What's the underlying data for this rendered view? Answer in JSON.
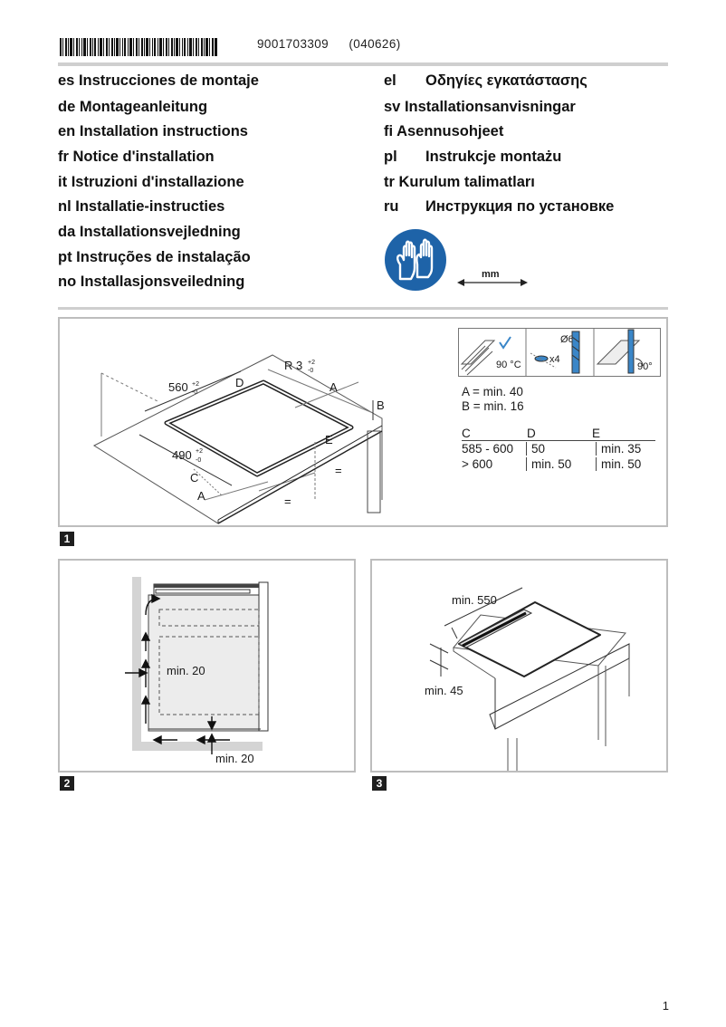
{
  "header": {
    "document_number": "9001703309",
    "document_code": "(040626)"
  },
  "languages_left": [
    {
      "code": "es",
      "text": "Instrucciones de montaje"
    },
    {
      "code": "de",
      "text": "Montageanleitung"
    },
    {
      "code": "en",
      "text": "Installation instructions"
    },
    {
      "code": "fr",
      "text": "Notice d'installation"
    },
    {
      "code": "it",
      "text": "Istruzioni d'installazione"
    },
    {
      "code": "nl",
      "text": "Installatie-instructies"
    },
    {
      "code": "da",
      "text": "Installationsvejledning"
    },
    {
      "code": "pt",
      "text": "Instruções de instalação"
    },
    {
      "code": "no",
      "text": "Installasjonsveiledning"
    }
  ],
  "languages_right": [
    {
      "code": "el",
      "text": "Οδηγίες εγκατάστασης"
    },
    {
      "code": "sv",
      "text": "Installationsanvisningar"
    },
    {
      "code": "fi",
      "text": "Asennusohjeet"
    },
    {
      "code": "pl",
      "text": "Instrukcje montażu"
    },
    {
      "code": "tr",
      "text": "Kurulum talimatları"
    },
    {
      "code": "ru",
      "text": "Инструкция по установке"
    }
  ],
  "units_label": "mm",
  "icons": {
    "gloves": "protective-gloves-icon"
  },
  "colors": {
    "gloves_icon_blue": "#1e63a8",
    "panel_border": "#bdbdbd",
    "rule_gray": "#cfcfcf",
    "check_blue": "#3a86c8"
  },
  "figure1": {
    "number": "1",
    "labels": {
      "radius": "R 3",
      "radius_tol_plus": "+2",
      "radius_tol_minus": "-0",
      "width": "560",
      "width_tol_plus": "+2",
      "width_tol_minus": "-0",
      "depth": "490",
      "depth_tol_plus": "+2",
      "depth_tol_minus": "-0",
      "A": "A",
      "B": "B",
      "C": "C",
      "D": "D",
      "E": "E",
      "equal": "="
    },
    "inset": {
      "temperature": "90 °C",
      "drill_diameter": "Ø6",
      "drill_count": "x4",
      "angle": "90°"
    },
    "dims": [
      "A = min. 40",
      "B = min. 16"
    ],
    "table": {
      "headers": [
        "C",
        "D",
        "E"
      ],
      "rows": [
        [
          "585 - 600",
          "50",
          "min. 35"
        ],
        [
          "> 600",
          "min. 50",
          "min. 50"
        ]
      ]
    }
  },
  "figure2": {
    "number": "2",
    "label_side": "min. 20",
    "label_bottom": "min. 20"
  },
  "figure3": {
    "number": "3",
    "label_length": "min. 550",
    "label_height": "min. 45"
  },
  "page_number": "1"
}
